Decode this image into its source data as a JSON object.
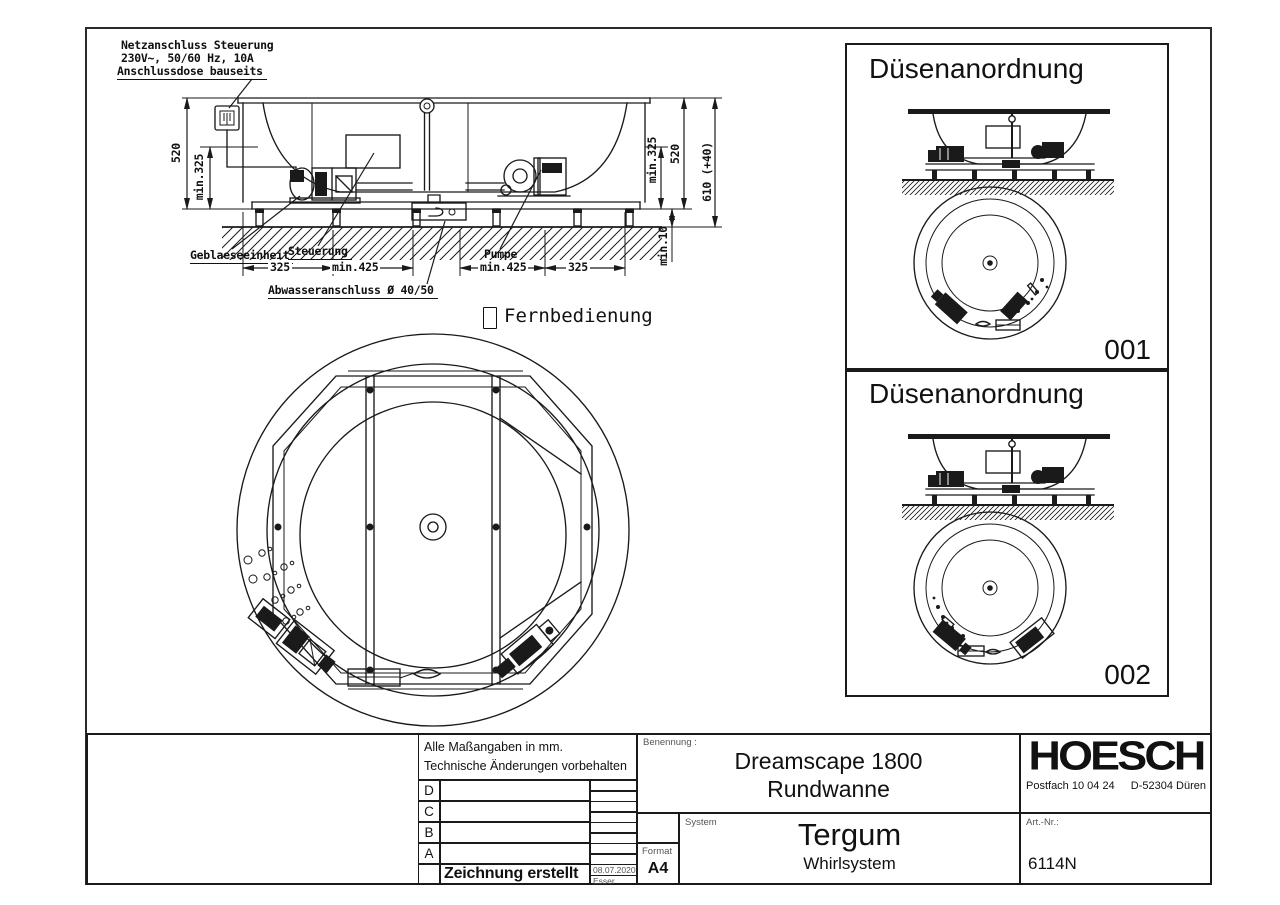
{
  "drawing": {
    "power_note_line1": "Netzanschluss Steuerung",
    "power_note_line2": "230V~, 50/60 Hz, 10A",
    "power_note_line3": "Anschlussdose bauseits",
    "label_blower": "Geblaeseeinheit",
    "label_control": "Steuerung",
    "label_pump": "Pumpe",
    "label_drain": "Abwasseranschluss Ø 40/50",
    "label_remote": "Fernbedienung",
    "dim_left_height": "520",
    "dim_left_clearance": "min.325",
    "dim_right_clearance": "min.325",
    "dim_right_height": "520",
    "dim_right_total": "610 (+40)",
    "dim_floor_gap": "min.10",
    "dim_bottom_left_outer": "325",
    "dim_bottom_left_inner": "min.425",
    "dim_bottom_right_inner": "min.425",
    "dim_bottom_right_outer": "325"
  },
  "panels": [
    {
      "title": "Düsenanordnung",
      "number": "001"
    },
    {
      "title": "Düsenanordnung",
      "number": "002"
    }
  ],
  "title_block": {
    "note_line1": "Alle Maßangaben in mm.",
    "note_line2": "Technische Änderungen vorbehalten",
    "rev_d": "D",
    "rev_c": "C",
    "rev_b": "B",
    "rev_a": "A",
    "created_label": "Zeichnung erstellt",
    "created_date": "08.07.2020",
    "created_by": "Esser",
    "format_label": "Format",
    "format_value": "A4",
    "name_label": "Benennung :",
    "product_line1": "Dreamscape 1800",
    "product_line2": "Rundwanne",
    "system_label": "System",
    "system_name": "Tergum",
    "system_subtitle": "Whirlsystem",
    "brand_name": "HOESCH",
    "brand_address_left": "Postfach 10 04 24",
    "brand_address_right": "D-52304 Düren",
    "artnr_label": "Art.-Nr.:",
    "artnr_value": "6114N"
  },
  "colors": {
    "line": "#1a1a1a",
    "paper": "#ffffff"
  }
}
